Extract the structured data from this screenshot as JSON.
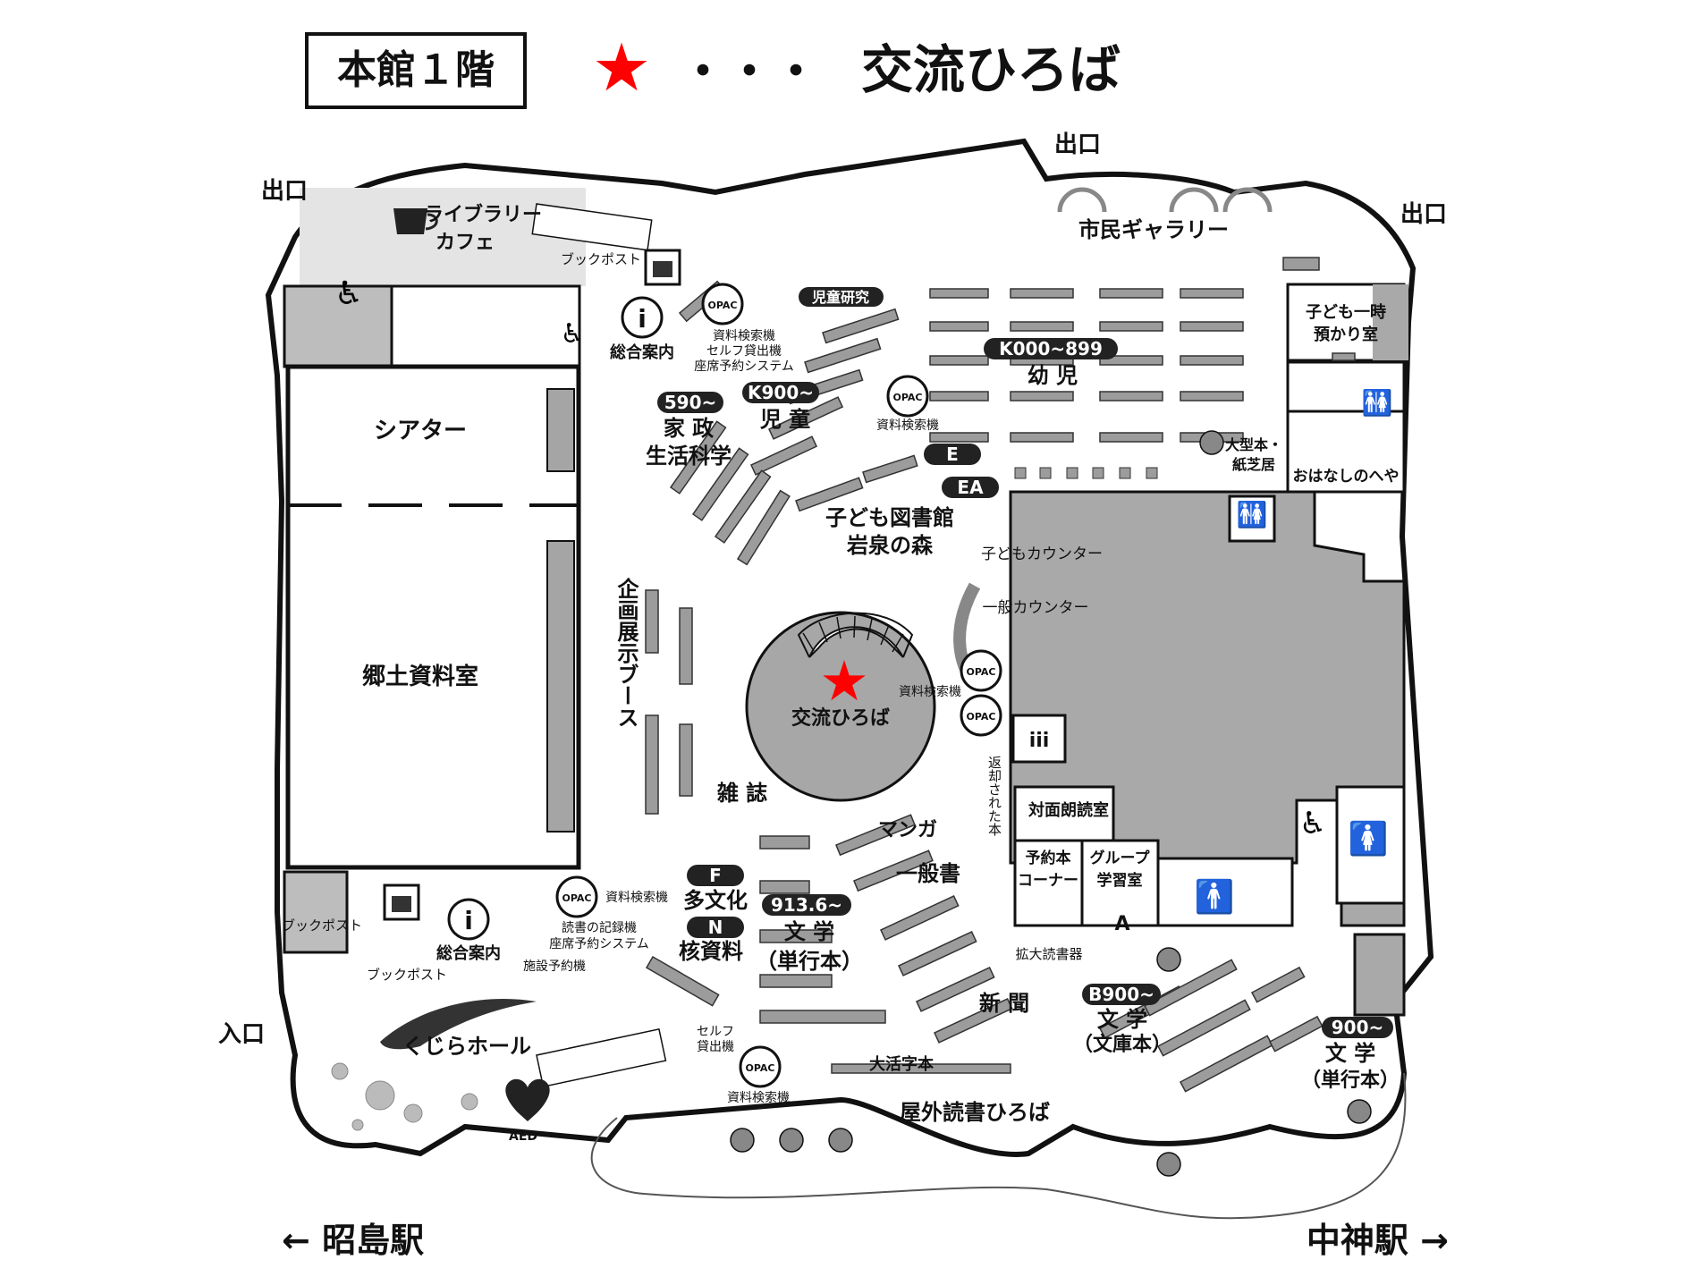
{
  "header": {
    "floor_label": "本館１階",
    "legend_symbol": "★",
    "legend_dots": "・・・",
    "legend_text": "交流ひろば",
    "star_color": "#ff0000"
  },
  "exits": {
    "exit_top_left": "出口",
    "exit_top_center": "出口",
    "exit_top_right": "出口",
    "entrance": "入口"
  },
  "stations": {
    "left": "← 昭島駅",
    "right": "中神駅 →"
  },
  "areas": {
    "library_cafe_1": "ライブラリー",
    "library_cafe_2": "カフェ",
    "gallery": "市民ギャラリー",
    "theater": "シアター",
    "local_history": "郷土資料室",
    "exhibit_booth": "企画展示ブース",
    "info_top": "総合案内",
    "info_bottom": "総合案内",
    "bookpost_top": "ブックポスト",
    "bookpost_left": "ブックポスト",
    "bookpost_bottom": "ブックポスト",
    "childcare_1": "子ども一時",
    "childcare_2": "預かり室",
    "storytime": "おはなしのへや",
    "bigbook_1": "大型本・",
    "bigbook_2": "紙芝居",
    "childrens_library_1": "子ども図書館",
    "childrens_library_2": "岩泉の森",
    "kids_counter": "子どもカウンター",
    "general_counter": "一般カウンター",
    "plaza": "交流ひろば",
    "magazines": "雑 誌",
    "manga": "マンガ",
    "general_books": "一般書",
    "returned_books": "返却された本",
    "reading_room": "対面朗読室",
    "reserve_1": "予約本",
    "reserve_2": "コーナー",
    "group_1": "グループ",
    "group_2": "学習室",
    "magnifier": "拡大読書器",
    "newspapers": "新 聞",
    "large_print": "大活字本",
    "outdoor": "屋外読書ひろば",
    "whale_hall": "くじらホール",
    "aed": "AED",
    "multicultural": "多文化",
    "core": "核資料",
    "home_1": "家 政",
    "home_2": "生活科学",
    "kids_books": "児 童",
    "toddler": "幼 児",
    "children_research": "児童研究",
    "lit_single_1": "文 学",
    "lit_single_2": "（単行本）",
    "lit_bunko_1": "文 学",
    "lit_bunko_2": "（文庫本）",
    "lit_right_1": "文 学",
    "lit_right_2": "（単行本）",
    "opac_search": "資料検索機",
    "opac_top_1": "資料検索機",
    "opac_top_2": "セルフ貸出機",
    "opac_top_3": "座席予約システム",
    "opac_left_1": "資料検索機",
    "opac_left_2": "読書の記録機",
    "opac_left_3": "座席予約システム",
    "opac_left_4": "施設予約機",
    "self_checkout_1": "セルフ",
    "self_checkout_2": "貸出機",
    "opac_bottom": "資料検索機",
    "opac_plaza": "資料検索機",
    "opac_kids": "資料検索機",
    "opac_badge": "OPAC"
  },
  "badges": {
    "b590": "590~",
    "k900": "K900~",
    "k000": "K000~899",
    "e": "E",
    "ea": "EA",
    "f": "F",
    "n": "N",
    "b9136": "913.6~",
    "b900b": "B900~",
    "b900": "900~",
    "a": "A"
  },
  "colors": {
    "gray_fill": "#a8a8a8",
    "light_gray": "#d8d8d8",
    "shelf": "#9c9c9c",
    "badge_bg": "#222222"
  }
}
